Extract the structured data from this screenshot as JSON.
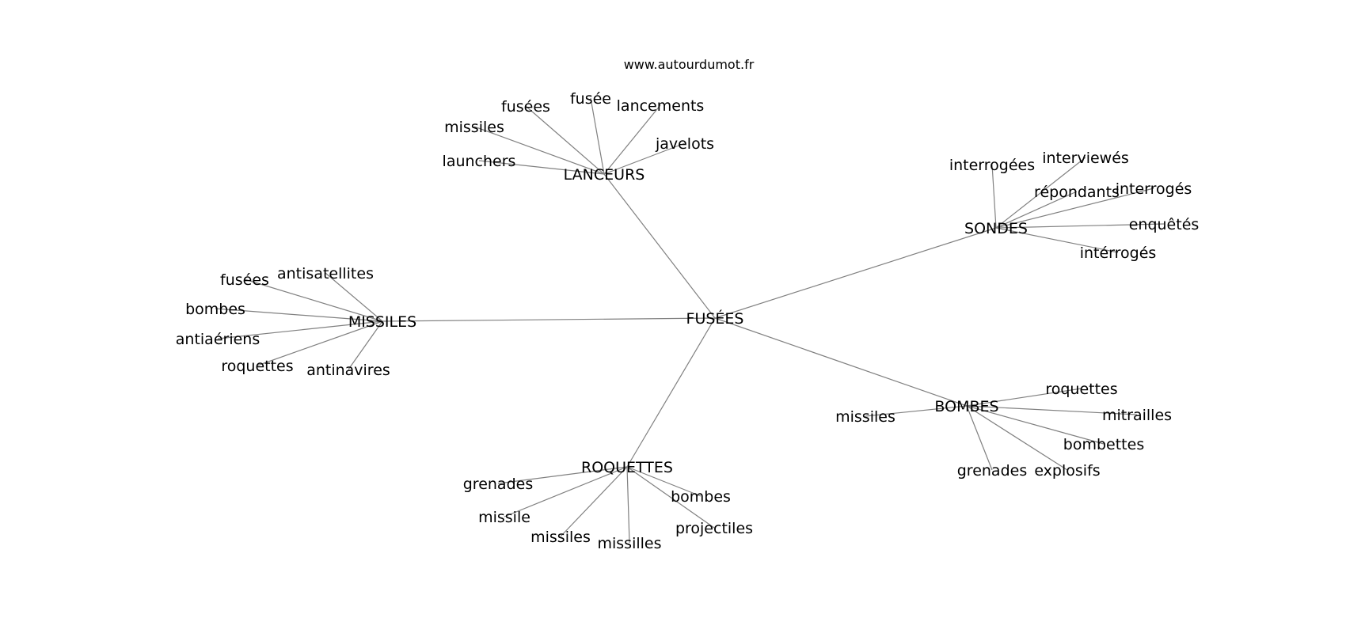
{
  "site_label": "www.autourdumot.fr",
  "center": {
    "id": "center",
    "label": "FUSÉES"
  },
  "hubs": [
    {
      "id": "lanceurs",
      "label": "LANCEURS",
      "leaves": [
        {
          "id": "lanceurs-0",
          "label": "fusées"
        },
        {
          "id": "lanceurs-1",
          "label": "fusée"
        },
        {
          "id": "lanceurs-2",
          "label": "lancements"
        },
        {
          "id": "lanceurs-3",
          "label": "missiles"
        },
        {
          "id": "lanceurs-4",
          "label": "javelots"
        },
        {
          "id": "lanceurs-5",
          "label": "launchers"
        }
      ]
    },
    {
      "id": "sondes",
      "label": "SONDES",
      "leaves": [
        {
          "id": "sondes-0",
          "label": "interrogées"
        },
        {
          "id": "sondes-1",
          "label": "interviewés"
        },
        {
          "id": "sondes-2",
          "label": "répondants"
        },
        {
          "id": "sondes-3",
          "label": "interrogés"
        },
        {
          "id": "sondes-4",
          "label": "enquêtés"
        },
        {
          "id": "sondes-5",
          "label": "intérrogés"
        }
      ]
    },
    {
      "id": "missiles",
      "label": "MISSILES",
      "leaves": [
        {
          "id": "missiles-0",
          "label": "fusées"
        },
        {
          "id": "missiles-1",
          "label": "antisatellites"
        },
        {
          "id": "missiles-2",
          "label": "bombes"
        },
        {
          "id": "missiles-3",
          "label": "antiaériens"
        },
        {
          "id": "missiles-4",
          "label": "roquettes"
        },
        {
          "id": "missiles-5",
          "label": "antinavires"
        }
      ]
    },
    {
      "id": "bombes",
      "label": "BOMBES",
      "leaves": [
        {
          "id": "bombes-0",
          "label": "roquettes"
        },
        {
          "id": "bombes-1",
          "label": "missiles"
        },
        {
          "id": "bombes-2",
          "label": "mitrailles"
        },
        {
          "id": "bombes-3",
          "label": "bombettes"
        },
        {
          "id": "bombes-4",
          "label": "grenades"
        },
        {
          "id": "bombes-5",
          "label": "explosifs"
        }
      ]
    },
    {
      "id": "roquettes",
      "label": "ROQUETTES",
      "leaves": [
        {
          "id": "roquettes-0",
          "label": "grenades"
        },
        {
          "id": "roquettes-1",
          "label": "bombes"
        },
        {
          "id": "roquettes-2",
          "label": "missile"
        },
        {
          "id": "roquettes-3",
          "label": "projectiles"
        },
        {
          "id": "roquettes-4",
          "label": "missiles"
        },
        {
          "id": "roquettes-5",
          "label": "missilles"
        }
      ]
    }
  ]
}
